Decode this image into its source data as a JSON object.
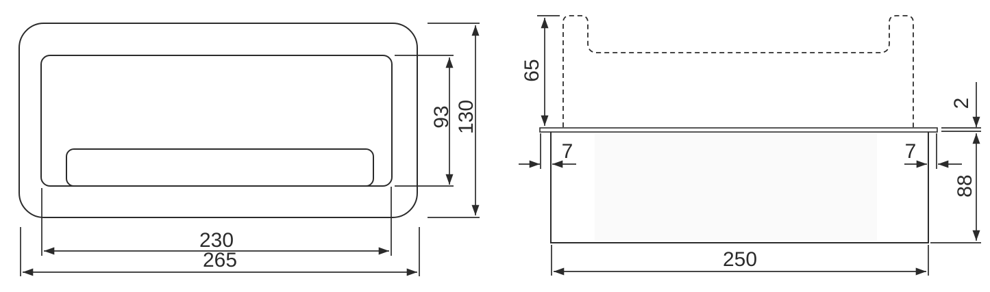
{
  "drawing": {
    "type": "technical-dimension-drawing",
    "subject": "cable grommet / desk cable port, front view and side section view",
    "colors": {
      "line": "#2b2b2b",
      "text": "#2b2b2b",
      "background": "#ffffff"
    },
    "front_view": {
      "outer_width": "265",
      "inner_width": "230",
      "outer_height": "130",
      "inner_height": "93"
    },
    "side_view": {
      "open_lid_height": "65",
      "plate_thickness": "2",
      "left_offset": "7",
      "right_offset": "7",
      "body_depth": "88",
      "body_width": "250"
    }
  }
}
